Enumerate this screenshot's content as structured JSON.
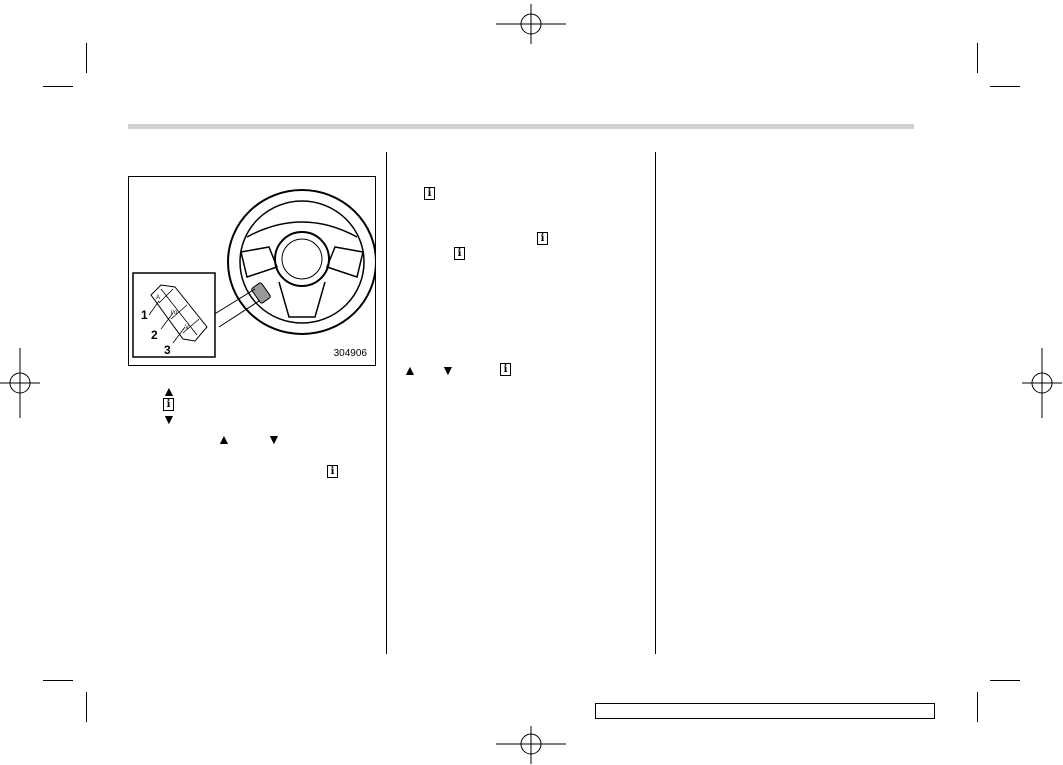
{
  "header": {
    "bar_color": "#d0d0d0"
  },
  "figure": {
    "code": "304906",
    "callouts": [
      "1",
      "2",
      "3"
    ],
    "switch_labels": {
      "up": "A",
      "mode": "i/o",
      "down": "V"
    }
  },
  "left_column": {
    "legend_icons": [
      "up-arrow-icon",
      "info-icon",
      "down-arrow-icon"
    ],
    "inline_icons": [
      "up-arrow-icon",
      "down-arrow-icon",
      "info-icon"
    ]
  },
  "middle_column": {
    "icons": [
      "info-icon",
      "info-icon",
      "info-icon",
      "up-arrow-icon",
      "down-arrow-icon",
      "info-icon"
    ]
  },
  "glyphs": {
    "up": "▲",
    "down": "▼",
    "info": "i"
  },
  "footer": {
    "page_box_text": ""
  }
}
